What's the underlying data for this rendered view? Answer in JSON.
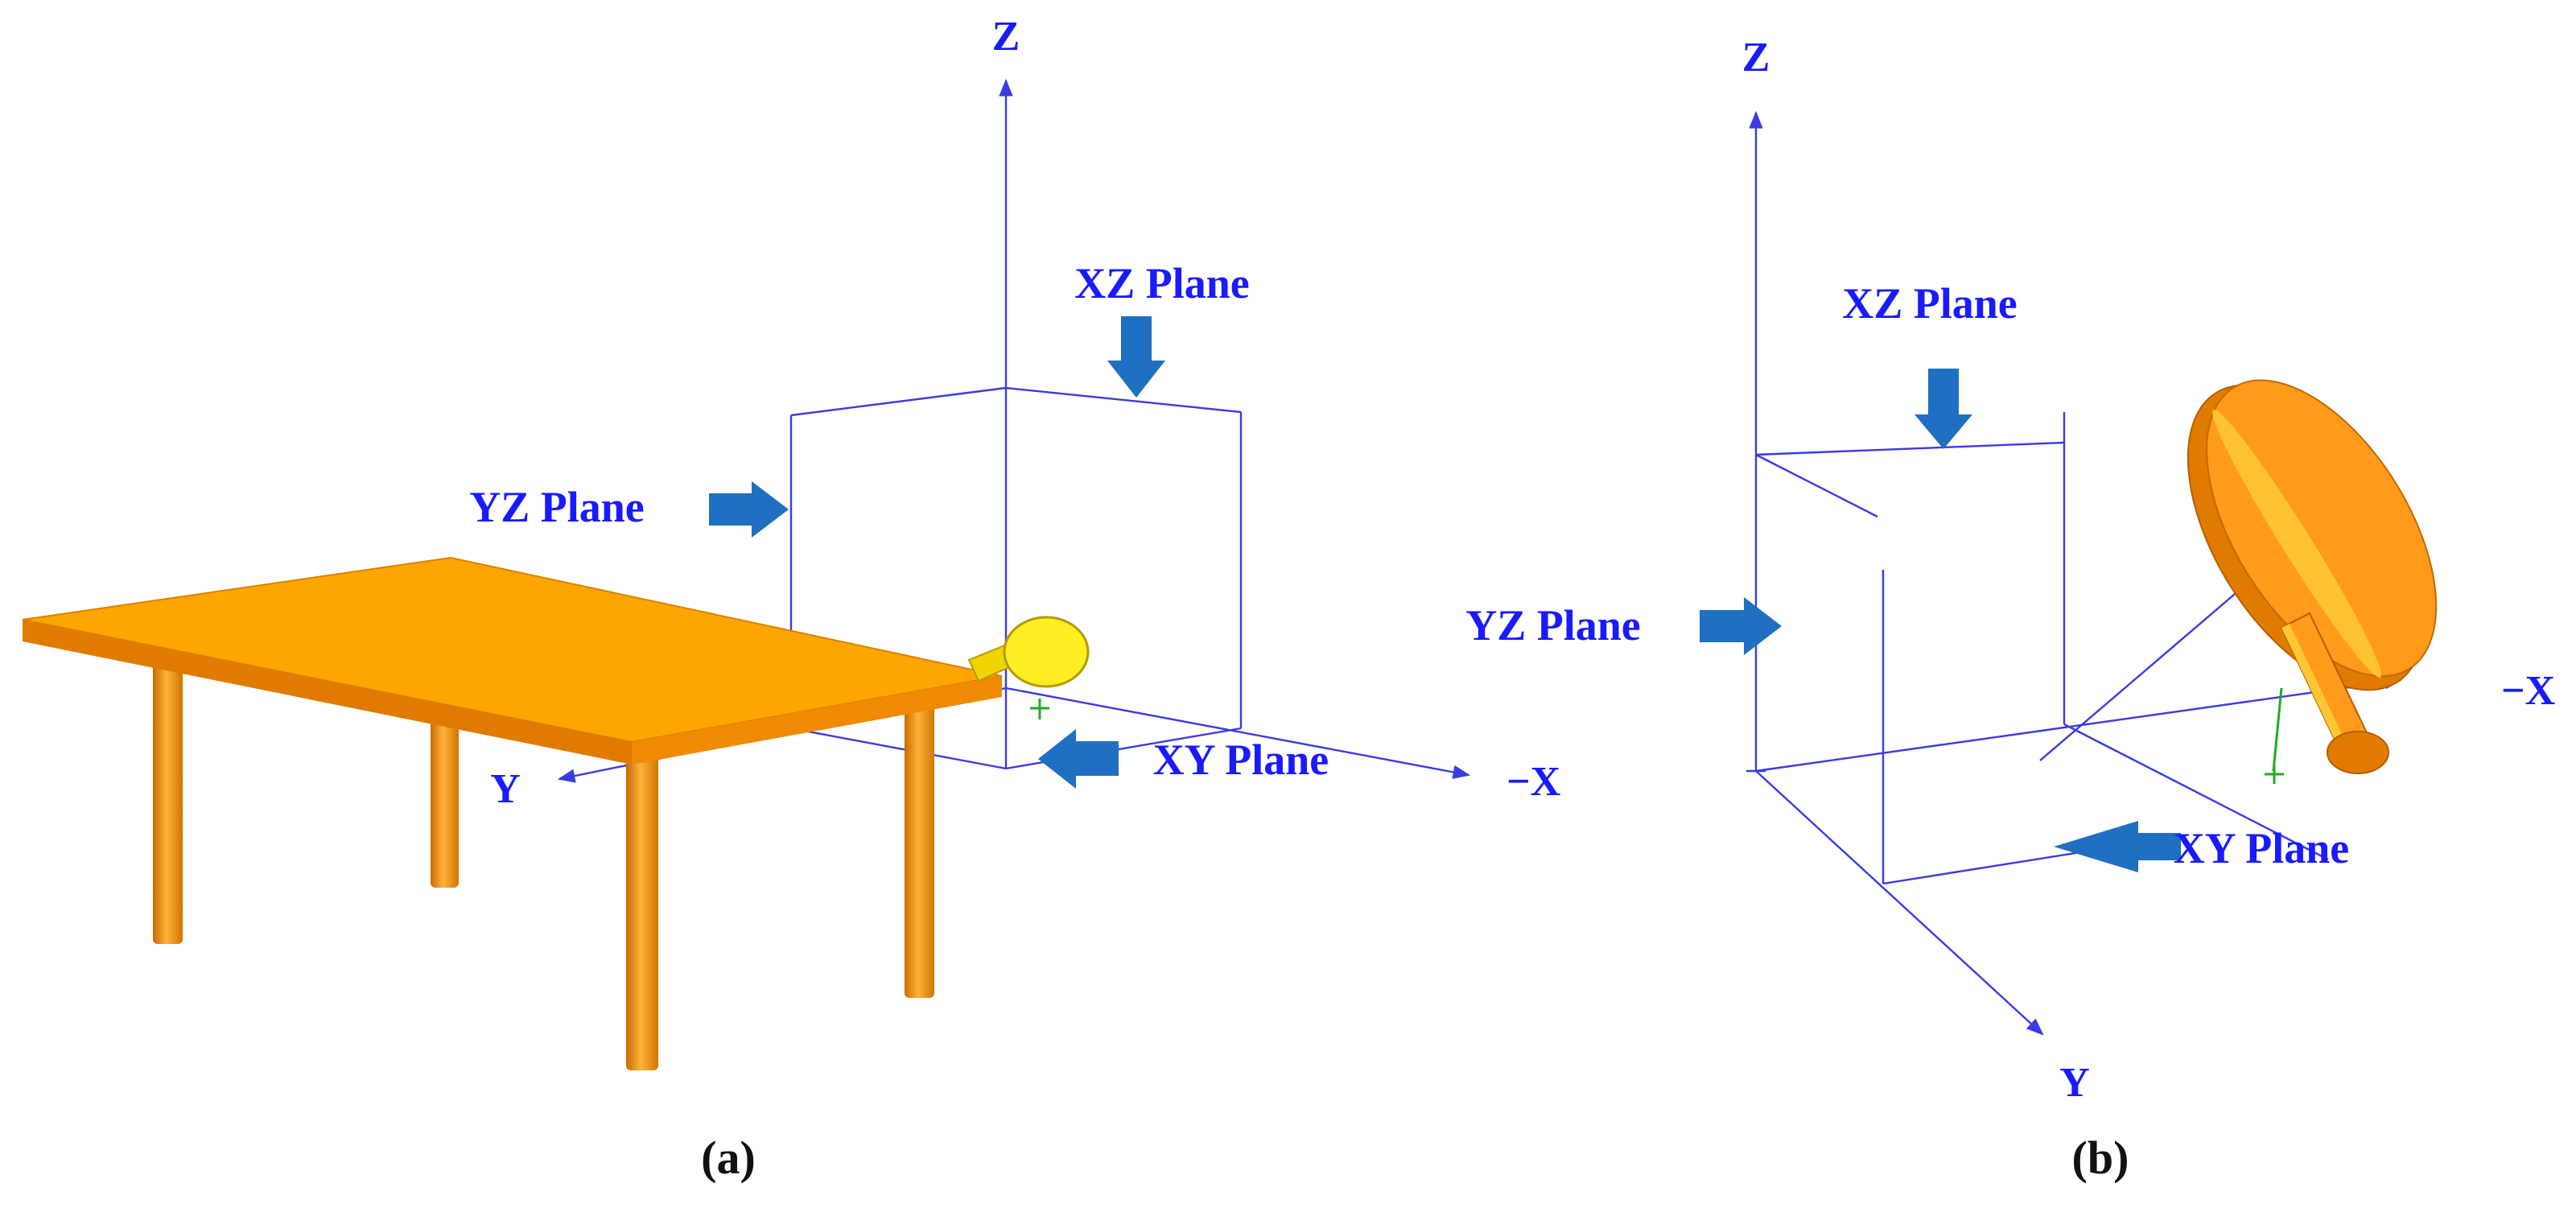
{
  "panel_a": {
    "caption": "(a)",
    "axis_z": "Z",
    "axis_y": "Y",
    "axis_negx": "−X",
    "plane_xz": "XZ Plane",
    "plane_yz": "YZ Plane",
    "plane_xy": "XY Plane"
  },
  "panel_b": {
    "caption": "(b)",
    "axis_z": "Z",
    "axis_y": "Y",
    "axis_negx": "−X",
    "plane_xz": "XZ Plane",
    "plane_yz": "YZ Plane",
    "plane_xy": "XY Plane"
  },
  "colors": {
    "axis_lines": "#3a3ae8",
    "label_text": "#1a1aff",
    "arrows": "#1f6fc2",
    "table_top": "#ffa500",
    "table_edge": "#e07b00",
    "table_legs": "#f39a12",
    "paddle_a": "#ffee22",
    "paddle_b": "#ff9a1a",
    "origin_marker": "#22aa22"
  }
}
